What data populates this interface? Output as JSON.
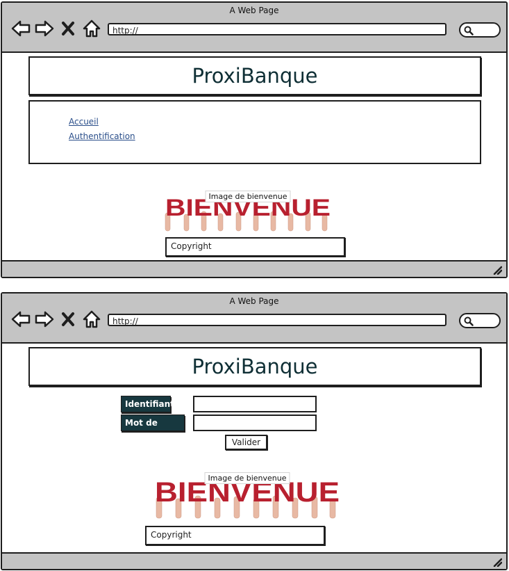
{
  "window_title": "A Web Page",
  "url": "http://",
  "site_title": "ProxiBanque",
  "menu": {
    "items": [
      {
        "label": "Accueil"
      },
      {
        "label": "Authentification"
      }
    ]
  },
  "banner": {
    "label": "Image de bienvenue",
    "letters": "BIENVENUE"
  },
  "copyright": "Copyright",
  "login_form": {
    "identifiant_label": "Identifiant",
    "password_label": "Mot de passe",
    "identifiant_value": "",
    "password_value": "",
    "submit_label": "Valider"
  },
  "colors": {
    "chrome": "#c4c4c4",
    "title_text": "#0f2f35",
    "link": "#2a4e8a",
    "label_bg": "#17383f",
    "banner_red": "#b8202f"
  },
  "icons": [
    "back-arrow-icon",
    "forward-arrow-icon",
    "close-x-icon",
    "home-icon",
    "search-icon",
    "resize-grip-icon"
  ]
}
